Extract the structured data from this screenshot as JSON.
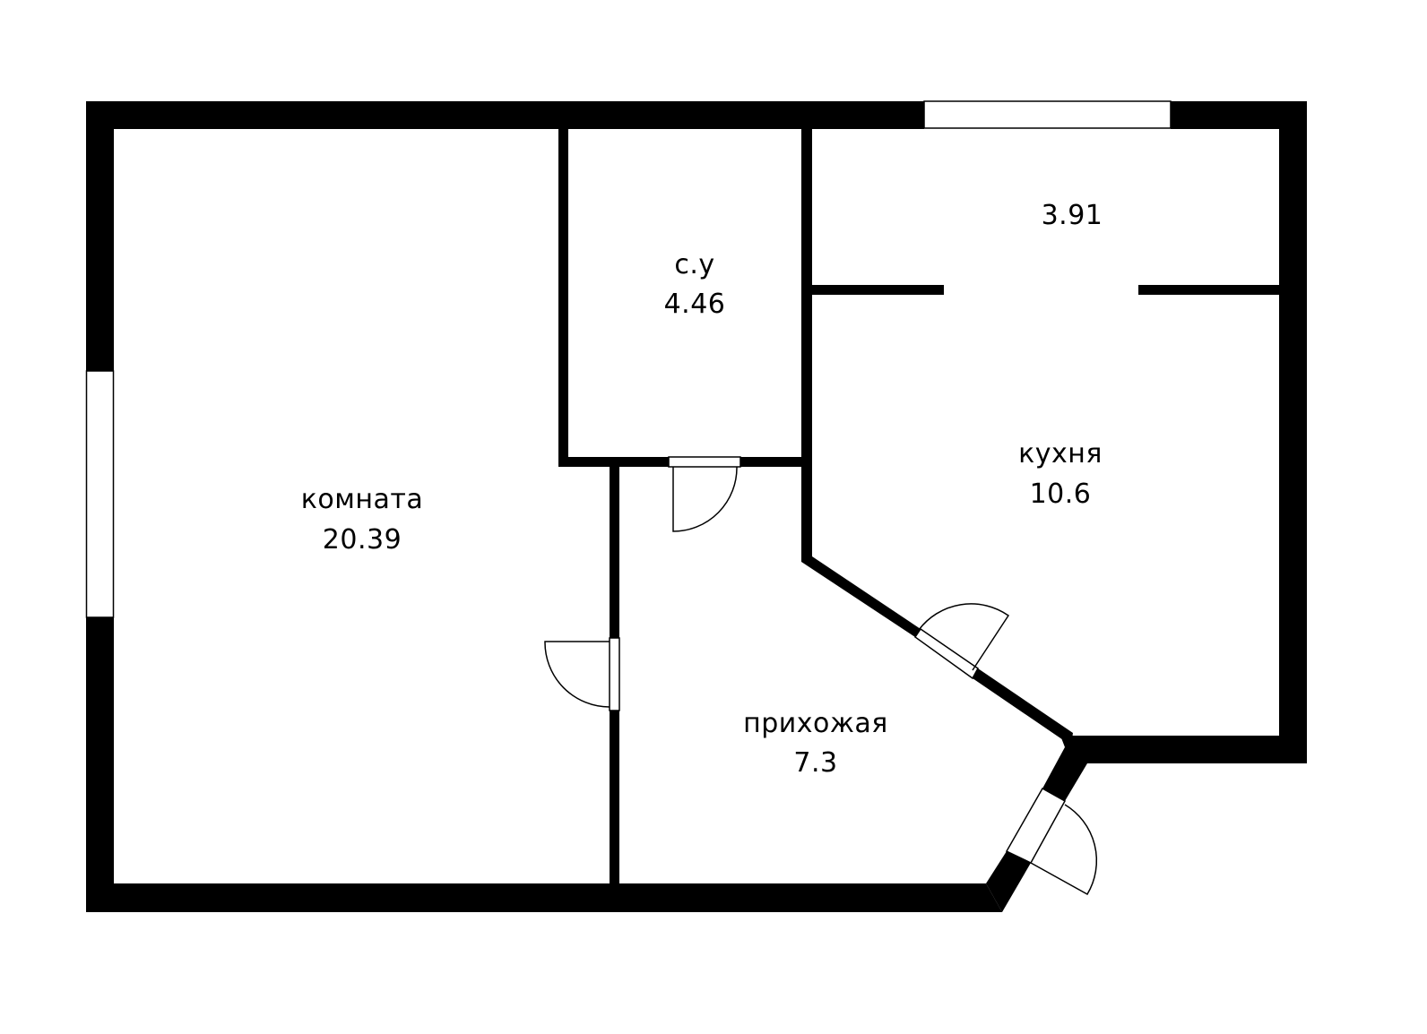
{
  "plan": {
    "colors": {
      "wall": "#000000",
      "background": "#ffffff"
    },
    "rooms": [
      {
        "id": "room",
        "name": "комната",
        "area": "20.39"
      },
      {
        "id": "bathroom",
        "name": "с.у",
        "area": "4.46"
      },
      {
        "id": "balcony",
        "name": "",
        "area": "3.91"
      },
      {
        "id": "kitchen",
        "name": "кухня",
        "area": "10.6"
      },
      {
        "id": "hallway",
        "name": "прихожая",
        "area": "7.3"
      }
    ],
    "windows": [
      {
        "id": "window-top-kitchen"
      },
      {
        "id": "window-left-room"
      }
    ],
    "doors": [
      {
        "id": "door-bathroom"
      },
      {
        "id": "door-room"
      },
      {
        "id": "door-kitchen"
      },
      {
        "id": "door-entrance"
      }
    ]
  }
}
